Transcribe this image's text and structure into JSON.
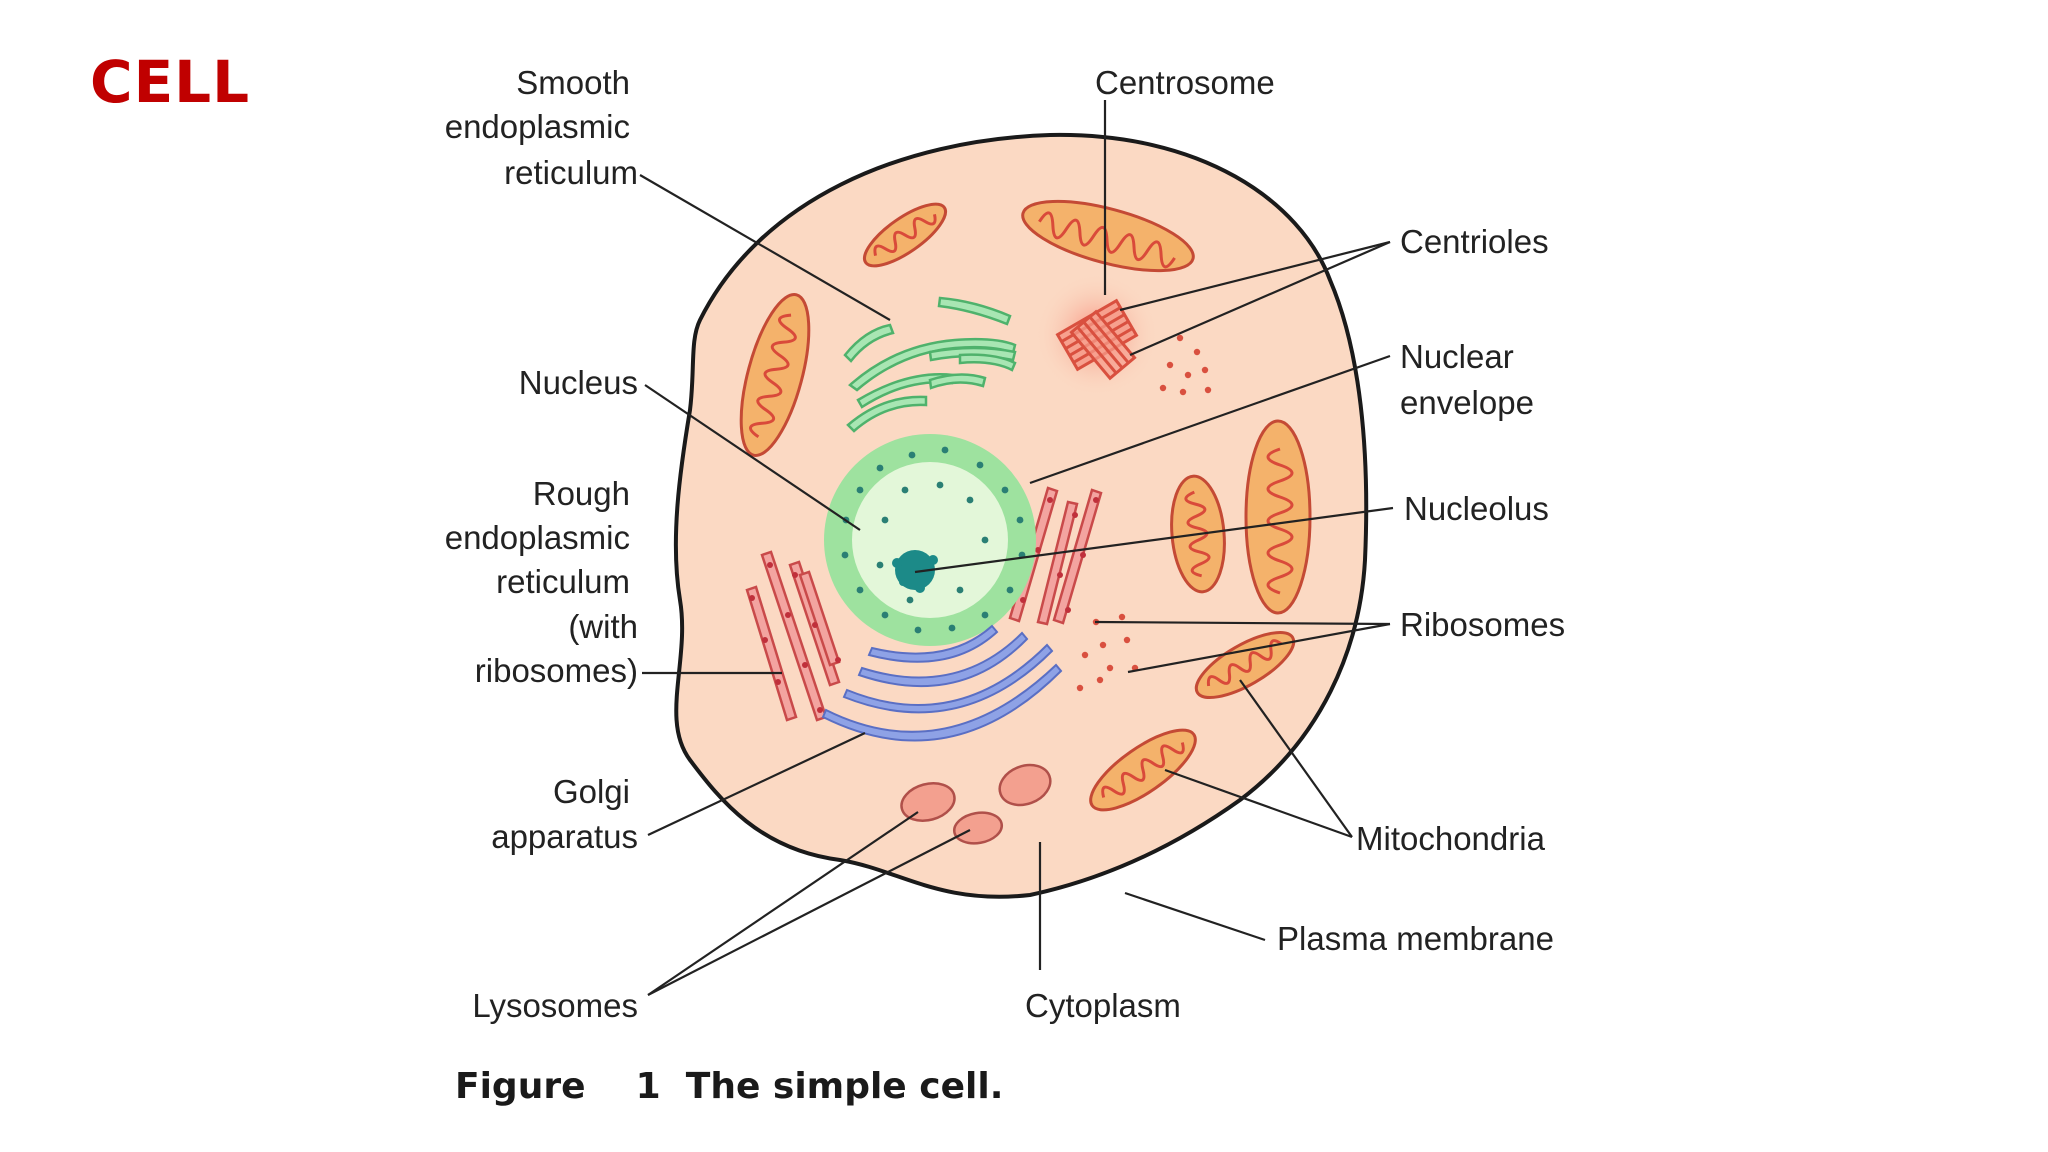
{
  "slide": {
    "title": "CELL"
  },
  "diagram": {
    "labels": {
      "smooth_er": [
        "Smooth",
        "endoplasmic",
        "reticulum"
      ],
      "nucleus": "Nucleus",
      "rough_er": [
        "Rough",
        "endoplasmic",
        "reticulum",
        "(with",
        "ribosomes)"
      ],
      "golgi": [
        "Golgi",
        "apparatus"
      ],
      "lysosomes": "Lysosomes",
      "centrosome": "Centrosome",
      "centrioles": "Centrioles",
      "nuclear_envelope": [
        "Nuclear",
        "envelope"
      ],
      "nucleolus": "Nucleolus",
      "ribosomes": "Ribosomes",
      "mitochondria": "Mitochondria",
      "plasma_membrane": "Plasma membrane",
      "cytoplasm": "Cytoplasm"
    },
    "colors": {
      "cytoplasm": "#fbd9c3",
      "membrane": "#1a1a1a",
      "nucleus_outer": "#9ee29f",
      "nucleus_inner": "#e3f7d9",
      "nucleolus": "#1c8a88",
      "golgi": "#8ea2e6",
      "smooth_er": "#7fd39a",
      "rough_er": "#e98a8a",
      "mitochondria": "#f4b26b",
      "mito_cristae": "#d94a3a",
      "lysosome": "#f3a08f",
      "centrosome": "#f57b68"
    }
  },
  "caption": {
    "figure": "Figure",
    "number": "1",
    "text": "The simple cell."
  }
}
